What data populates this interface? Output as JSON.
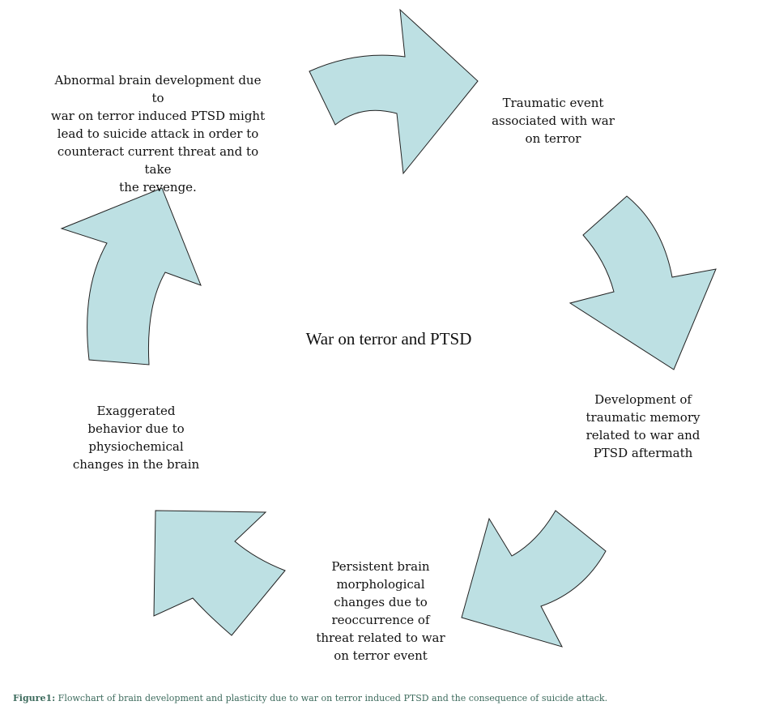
{
  "diagram": {
    "center_title": "War on terror and PTSD",
    "arrow_fill": "#bde0e3",
    "nodes": [
      {
        "id": "top-left",
        "text": "Abnormal brain development due to\nwar on terror induced PTSD might\nlead to suicide attack in order to\ncounteract current threat and to take\nthe revenge."
      },
      {
        "id": "top-right",
        "text": "Traumatic event\nassociated with war\non terror"
      },
      {
        "id": "right",
        "text": "Development of\ntraumatic memory\nrelated to war and\nPTSD aftermath"
      },
      {
        "id": "bottom",
        "text": "Persistent brain\nmorphological\nchanges due to\nreoccurrence of\nthreat related to war\non terror event"
      },
      {
        "id": "left",
        "text": "Exaggerated\nbehavior due to\nphysiochemical\nchanges in the brain"
      }
    ]
  },
  "caption": {
    "label": "Figure1:",
    "text": " Flowchart of brain development and plasticity due to war on terror induced PTSD and the consequence of suicide attack."
  }
}
